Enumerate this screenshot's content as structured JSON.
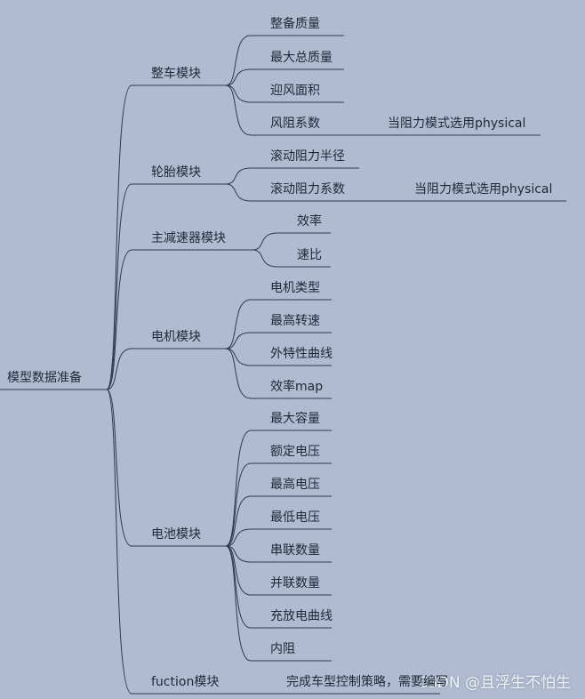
{
  "root": {
    "label": "模型数据准备"
  },
  "modules": [
    {
      "id": "vehicle",
      "label": "整车模块",
      "children": [
        {
          "label": "整备质量"
        },
        {
          "label": "最大总质量"
        },
        {
          "label": "迎风面积"
        },
        {
          "label": "风阻系数",
          "note": "当阻力模式选用physical"
        }
      ]
    },
    {
      "id": "tire",
      "label": "轮胎模块",
      "children": [
        {
          "label": "滚动阻力半径"
        },
        {
          "label": "滚动阻力系数",
          "note": "当阻力模式选用physical"
        }
      ]
    },
    {
      "id": "reducer",
      "label": "主减速器模块",
      "children": [
        {
          "label": "效率"
        },
        {
          "label": "速比"
        }
      ]
    },
    {
      "id": "motor",
      "label": "电机模块",
      "children": [
        {
          "label": "电机类型"
        },
        {
          "label": "最高转速"
        },
        {
          "label": "外特性曲线"
        },
        {
          "label": "效率map"
        }
      ]
    },
    {
      "id": "battery",
      "label": "电池模块",
      "children": [
        {
          "label": "最大容量"
        },
        {
          "label": "额定电压"
        },
        {
          "label": "最高电压"
        },
        {
          "label": "最低电压"
        },
        {
          "label": "串联数量"
        },
        {
          "label": "并联数量"
        },
        {
          "label": "充放电曲线"
        },
        {
          "label": "内阻"
        }
      ]
    },
    {
      "id": "fuction",
      "label": "fuction模块",
      "note": "完成车型控制策略，需要编写"
    }
  ],
  "watermark": "CSDN @且浮生不怕生",
  "colors": {
    "background": "#aebbd0",
    "line": "#2e3a4c",
    "text": "#1f2a38"
  }
}
